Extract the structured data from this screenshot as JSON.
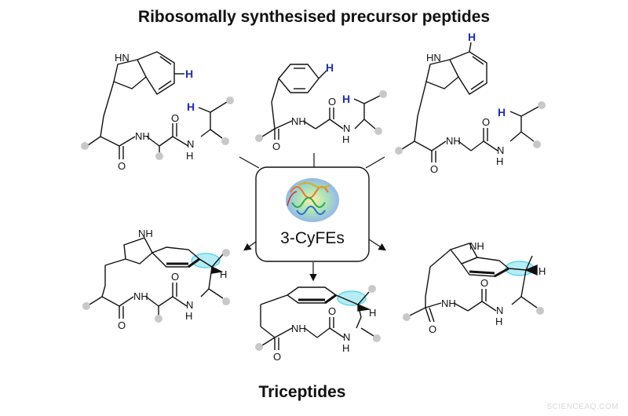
{
  "title_top": "Ribosomally synthesised precursor peptides",
  "title_bottom": "Triceptides",
  "enzyme": {
    "label": "3-CyFEs",
    "icon": "protein-structure-icon"
  },
  "atoms": {
    "H": "H",
    "NH": "NH",
    "HN": "HN",
    "N": "N",
    "O": "O",
    "N_H": "H"
  },
  "watermark": "SCIENCEAQ.COM",
  "colors": {
    "highlight": "#5fd4e8",
    "hydrogen": "#1f2fa6",
    "bond": "#111111",
    "pseudo_atom": "#c8c8c8"
  }
}
